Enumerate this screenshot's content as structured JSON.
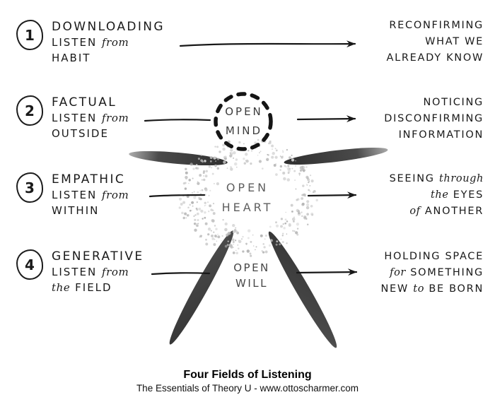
{
  "rows": [
    {
      "number": "1",
      "title": "DOWNLOADING",
      "listen": {
        "pre": "LISTEN ",
        "it": "from",
        "post": ""
      },
      "source": {
        "pre": "HABIT",
        "it": "",
        "post": ""
      },
      "right": [
        {
          "pre": "RECONFIRMING",
          "it": "",
          "post": ""
        },
        {
          "pre": "WHAT WE",
          "it": "",
          "post": ""
        },
        {
          "pre": "ALREADY KNOW",
          "it": "",
          "post": ""
        }
      ]
    },
    {
      "number": "2",
      "title": "FACTUAL",
      "listen": {
        "pre": "LISTEN ",
        "it": "from",
        "post": ""
      },
      "source": {
        "pre": "OUTSIDE",
        "it": "",
        "post": ""
      },
      "right": [
        {
          "pre": "NOTICING",
          "it": "",
          "post": ""
        },
        {
          "pre": "DISCONFIRMING",
          "it": "",
          "post": ""
        },
        {
          "pre": "INFORMATION",
          "it": "",
          "post": ""
        }
      ]
    },
    {
      "number": "3",
      "title": "EMPATHIC",
      "listen": {
        "pre": "LISTEN ",
        "it": "from",
        "post": ""
      },
      "source": {
        "pre": "WITHIN",
        "it": "",
        "post": ""
      },
      "right": [
        {
          "pre": "SEEING ",
          "it": "through",
          "post": ""
        },
        {
          "pre": "",
          "it": "the",
          "post": " EYES"
        },
        {
          "pre": "",
          "it": "of",
          "post": " ANOTHER"
        }
      ]
    },
    {
      "number": "4",
      "title": "GENERATIVE",
      "listen": {
        "pre": "LISTEN ",
        "it": "from",
        "post": ""
      },
      "source": {
        "pre": "",
        "it": "the",
        "post": " FIELD"
      },
      "right": [
        {
          "pre": "HOLDING SPACE",
          "it": "",
          "post": ""
        },
        {
          "pre": "",
          "it": "for",
          "post": " SOMETHING"
        },
        {
          "pre": "NEW ",
          "it": "to",
          "post": " BE BORN"
        }
      ]
    }
  ],
  "figure": {
    "mind": [
      "OPEN",
      "MIND"
    ],
    "heart": [
      "OPEN",
      "HEART"
    ],
    "will": [
      "OPEN",
      "WILL"
    ]
  },
  "caption": {
    "title": "Four Fields of Listening",
    "subtitle": "The Essentials of Theory U - www.ottoscharmer.com"
  },
  "colors": {
    "ink": "#1a1a1a",
    "figure_stroke": "#383838",
    "speckle": "#c4c4c4",
    "background": "#ffffff"
  }
}
